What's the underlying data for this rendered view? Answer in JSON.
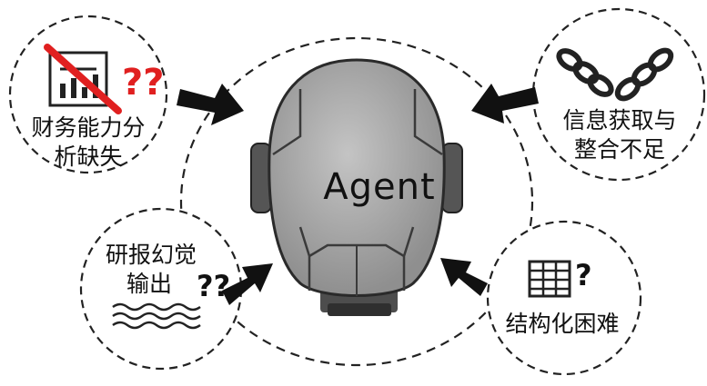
{
  "center": {
    "label": "Agent"
  },
  "issues": [
    {
      "line1": "财务能力分",
      "line2": "析缺失",
      "icon": "crossed-chart-icon"
    },
    {
      "line1": "信息获取与",
      "line2": "整合不足",
      "icon": "broken-chain-icon"
    },
    {
      "line1": "研报幻觉",
      "line2": "输出",
      "icon": "wavy-lines-icon"
    },
    {
      "line1": "结构化困难",
      "icon": "table-icon"
    }
  ],
  "colors": {
    "robot_face": "#a6a6a6",
    "robot_frame": "#5c5c5c",
    "accent_red": "#e02020",
    "stroke": "#1a1a1a"
  }
}
